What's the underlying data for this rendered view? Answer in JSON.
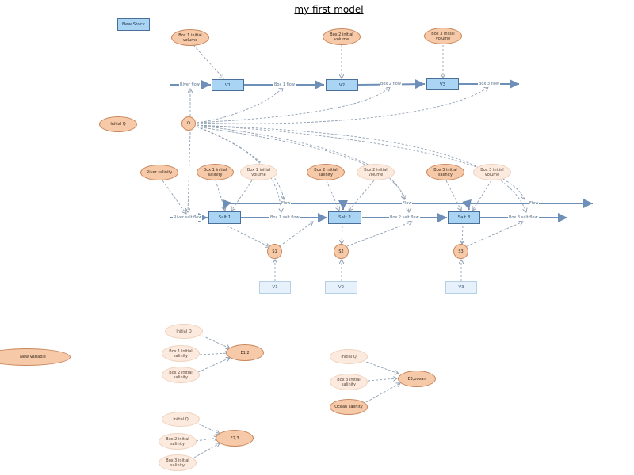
{
  "title": "my first model",
  "palette": {
    "stock": "#a9d4f4",
    "variable": "#f6c9a8",
    "ghost": "#e6f1fb",
    "flow": "#6e8fb8",
    "link": "#8f9fb2"
  },
  "toolbar": {
    "new_stock": "New Stock"
  },
  "stocks": {
    "v1": "V1",
    "v2": "V2",
    "v3": "V3",
    "salt1": "Salt 1",
    "salt2": "Salt 2",
    "salt3": "Salt 3"
  },
  "flows": {
    "river_flow": "River flow",
    "box1_flow": "Box 1 flow",
    "box2_flow": "Box 2 flow",
    "box3_flow": "Box 3 flow",
    "river_salt_flow": "River salt flow",
    "box1_salt_flow": "Box 1 salt flow",
    "box2_salt_flow": "Box 2 salt flow",
    "box3_salt_flow": "Box 3 salt flow",
    "flow_a": "Flow",
    "flow_b": "Flow",
    "flow_c": "Flow"
  },
  "variables": {
    "box1_initial_volume": "Box 1 initial volume",
    "box2_initial_volume": "Box 2 initial volume",
    "box3_initial_volume": "Box 3 initial volume",
    "initial_q": "Initial Q",
    "q": "Q",
    "river_salinity": "River salinity",
    "box1_initial_salinity": "Box 1 initial salinity",
    "box1_initial_volume_b": "Box 1 initial volume",
    "box2_initial_salinity": "Box 2 initial salinity",
    "box2_initial_volume_b": "Box 2 initial volume",
    "box3_initial_salinity": "Box 3 initial salinity",
    "box3_initial_volume_b": "Box 3 initial volume",
    "s1": "S1",
    "s2": "S2",
    "s3": "S3",
    "new_variable": "New Variable",
    "e12": "E1,2",
    "e23": "E2,3",
    "e3ocean": "E3,ocean",
    "ocean_salinity": "Ocean salinity"
  },
  "ghosts": {
    "v1": "V1",
    "v2": "V2",
    "v3": "V3"
  },
  "e12_inputs": {
    "initial_q": "Initial Q",
    "box1_salinity": "Box 1 initial salinity",
    "box2_salinity": "Box 2 initial salinity"
  },
  "e23_inputs": {
    "initial_q": "Initial Q",
    "box2_salinity": "Box 2 initial salinity",
    "box3_salinity": "Box 3 initial salinity"
  },
  "e3_inputs": {
    "initial_q": "Initial Q",
    "box3_salinity": "Box 3 initial salinity"
  }
}
